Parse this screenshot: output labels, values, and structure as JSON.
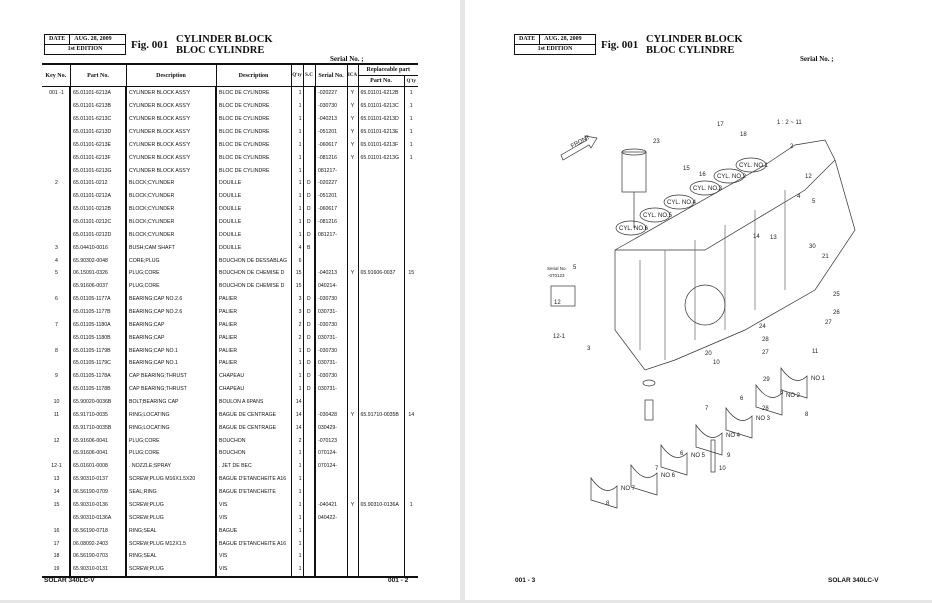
{
  "left_page": {
    "date_label": "DATE",
    "date_value": "AUG. 28, 2009",
    "edition": "1st EDITION",
    "fig": "Fig. 001",
    "title_en": "CYLINDER BLOCK",
    "title_fr": "BLOC CYLINDRE",
    "serial_label": "Serial No. ;",
    "headers": {
      "key_no": "Key No.",
      "part_no": "Part No.",
      "description": "Description",
      "description_fr": "Description",
      "qty": "Q'ty",
      "sc": "S.C",
      "serial_no": "Serial No.",
      "ica": "ICA",
      "replaceable": "Replaceable part",
      "repl_part_no": "Part No.",
      "repl_qty": "Q'ty"
    },
    "rows": [
      [
        "001 -1",
        "65.01101-6213A",
        "CYLINDER BLOCK ASS'Y",
        "BLOC DE CYLINDRE",
        "1",
        "",
        "-020227",
        "Y",
        "65.01101-6212B",
        "1"
      ],
      [
        "",
        "65.01101-6213B",
        "CYLINDER BLOCK ASS'Y",
        "BLOC DE CYLINDRE",
        "1",
        "",
        "-030730",
        "Y",
        "65.01101-6213C",
        "1"
      ],
      [
        "",
        "65.01101-6213C",
        "CYLINDER BLOCK ASS'Y",
        "BLOC DE CYLINDRE",
        "1",
        "",
        "-040213",
        "Y",
        "65.01101-6213D",
        "1"
      ],
      [
        "",
        "65.01101-6213D",
        "CYLINDER BLOCK ASS'Y",
        "BLOC DE CYLINDRE",
        "1",
        "",
        "-051201",
        "Y",
        "65.01101-6213E",
        "1"
      ],
      [
        "",
        "65.01101-6213E",
        "CYLINDER BLOCK ASS'Y",
        "BLOC DE CYLINDRE",
        "1",
        "",
        "-060617",
        "Y",
        "65.01101-6213F",
        "1"
      ],
      [
        "",
        "65.01101-6213F",
        "CYLINDER BLOCK ASS'Y",
        "BLOC DE CYLINDRE",
        "1",
        "",
        "-081216",
        "Y",
        "65.01101-6213G",
        "1"
      ],
      [
        "",
        "65.01101-6213G",
        "CYLINDER BLOCK ASS'Y",
        "BLOC DE CYLINDRE",
        "1",
        "",
        "081217-",
        "",
        "",
        ""
      ],
      [
        "2",
        "65.01101-0212",
        "BLOCK;CYLINDER",
        "DOUILLE",
        "1",
        "D",
        "-020227",
        "",
        "",
        ""
      ],
      [
        "",
        "65.01101-0212A",
        "BLOCK;CYLINDER",
        "DOUILLE",
        "1",
        "D",
        "-051201",
        "",
        "",
        ""
      ],
      [
        "",
        "65.01101-0212B",
        "BLOCK;CYLINDER",
        "DOUILLE",
        "1",
        "D",
        "-060617",
        "",
        "",
        ""
      ],
      [
        "",
        "65.01101-0212C",
        "BLOCK;CYLINDER",
        "DOUILLE",
        "1",
        "D",
        "-081216",
        "",
        "",
        ""
      ],
      [
        "",
        "65.01101-0212D",
        "BLOCK;CYLINDER",
        "DOUILLE",
        "1",
        "D",
        "081217-",
        "",
        "",
        ""
      ],
      [
        "3",
        "65.04410-0016",
        "BUSH;CAM SHAFT",
        "DOUILLE",
        "4",
        "B",
        "",
        "",
        "",
        ""
      ],
      [
        "4",
        "65.90302-0048",
        "CORE;PLUG",
        "BOUCHON DE DESSABLAG",
        "6",
        "",
        "",
        "",
        "",
        ""
      ],
      [
        "5",
        "06.15091-0326",
        "PLUG;CORE",
        "BOUCHON DE CHEMISE D",
        "15",
        "",
        "-040213",
        "Y",
        "65.91606-0037",
        "15"
      ],
      [
        "",
        "65.91606-0037",
        "PLUG;CORE",
        "BOUCHON DE CHEMISE D",
        "15",
        "",
        "040214-",
        "",
        "",
        ""
      ],
      [
        "6",
        "65.01105-1177A",
        "BEARING;CAP NO.2.6",
        "PALIER",
        "3",
        "D",
        "-030730",
        "",
        "",
        ""
      ],
      [
        "",
        "65.01105-1177B",
        "BEARING;CAP NO.2.6",
        "PALIER",
        "3",
        "D",
        "030731-",
        "",
        "",
        ""
      ],
      [
        "7",
        "65.01105-1180A",
        "BEARING;CAP",
        "PALIER",
        "2",
        "D",
        "-030730",
        "",
        "",
        ""
      ],
      [
        "",
        "65.01105-1180B",
        "BEARING;CAP",
        "PALIER",
        "2",
        "D",
        "030731-",
        "",
        "",
        ""
      ],
      [
        "8",
        "65.01105-1179B",
        "BEARING;CAP NO.1",
        "PALIER",
        "1",
        "D",
        "-030730",
        "",
        "",
        ""
      ],
      [
        "",
        "65.01105-1179C",
        "BEARING;CAP NO.1",
        "PALIER",
        "1",
        "D",
        "030731-",
        "",
        "",
        ""
      ],
      [
        "9",
        "65.01105-1178A",
        "CAP BEARING;THRUST",
        "CHAPEAU",
        "1",
        "D",
        "-030730",
        "",
        "",
        ""
      ],
      [
        "",
        "65.01105-1178B",
        "CAP BEARING;THRUST",
        "CHAPEAU",
        "1",
        "D",
        "030731-",
        "",
        "",
        ""
      ],
      [
        "10",
        "65.90020-0036B",
        "BOLT;BEARING CAP",
        "BOULON A 6PANS",
        "14",
        "",
        "",
        "",
        "",
        ""
      ],
      [
        "11",
        "65.91710-0035",
        "RING;LOCATING",
        "BAGUE DE CENTRAGE",
        "14",
        "",
        "-030428",
        "Y",
        "65.91710-0035B",
        "14"
      ],
      [
        "",
        "65.91710-0035B",
        "RING;LOCATING",
        "BAGUE DE CENTRAGE",
        "14",
        "",
        "030429-",
        "",
        "",
        ""
      ],
      [
        "12",
        "65.91606-0041",
        "PLUG;CORE",
        "BOUCHON",
        "2",
        "",
        "-070123",
        "",
        "",
        ""
      ],
      [
        "",
        "65.91606-0041",
        "PLUG;CORE",
        "BOUCHON",
        "1",
        "",
        "070124-",
        "",
        "",
        ""
      ],
      [
        "12-1",
        "65.01601-0008",
        ". NOZZLE;SPRAY",
        ". JET DE BEC",
        "1",
        "",
        "070124-",
        "",
        "",
        ""
      ],
      [
        "13",
        "65.90310-0137",
        "SCREW;PLUG M16X1.5X20",
        "BAGUE D'ETANCHEITE A16",
        "1",
        "",
        "",
        "",
        "",
        ""
      ],
      [
        "14",
        "06.56190-0709",
        "SEAL;RING",
        "BAGUE D'ETANCHEITE",
        "1",
        "",
        "",
        "",
        "",
        ""
      ],
      [
        "15",
        "65.90310-0136",
        "SCREW;PLUG",
        "VIS",
        "1",
        "",
        "-040421",
        "Y",
        "65.90310-0136A",
        "1"
      ],
      [
        "",
        "65.90310-0136A",
        "SCREW;PLUG",
        "VIS",
        "1",
        "",
        "040422-",
        "",
        "",
        ""
      ],
      [
        "16",
        "06.56190-0718",
        "RING;SEAL",
        "BAGUE",
        "1",
        "",
        "",
        "",
        "",
        ""
      ],
      [
        "17",
        "06.08092-2403",
        "SCREW;PLUG M12X1.5",
        "BAGUE D'ETANCHEITE A16",
        "1",
        "",
        "",
        "",
        "",
        ""
      ],
      [
        "18",
        "06.56190-0703",
        "RING;SEAL",
        "VIS",
        "1",
        "",
        "",
        "",
        "",
        ""
      ],
      [
        "19",
        "65.90310-0131",
        "SCREW;PLUG",
        "VIS",
        "1",
        "",
        "",
        "",
        "",
        ""
      ]
    ],
    "footer_model": "SOLAR 340LC-V",
    "footer_page": "001 - 2"
  },
  "right_page": {
    "date_label": "DATE",
    "date_value": "AUG. 28, 2009",
    "edition": "1st EDITION",
    "fig": "Fig. 001",
    "title_en": "CYLINDER BLOCK",
    "title_fr": "BLOC CYLINDRE",
    "serial_label": "Serial No. ;",
    "diagram": {
      "front_label": "FRONT",
      "scale_note": "1 : 2 ~ 11",
      "serial_note": "Serial No.",
      "serial_note_value": "-070123",
      "cylinders": [
        "CYL. NO.1",
        "CYL. NO.2",
        "CYL. NO.3",
        "CYL. NO.4",
        "CYL. NO.5",
        "CYL. NO.6"
      ],
      "caps": [
        "NO 1",
        "NO 2",
        "NO 3",
        "NO 4",
        "NO 5",
        "NO 6",
        "NO 7"
      ],
      "callouts": [
        "23",
        "17",
        "18",
        "2",
        "15",
        "16",
        "12",
        "4",
        "5",
        "5",
        "14",
        "13",
        "30",
        "21",
        "12",
        "12-1",
        "3",
        "25",
        "26",
        "27",
        "24",
        "28",
        "27",
        "20",
        "10",
        "11",
        "29",
        "28",
        "6",
        "8",
        "7",
        "6",
        "9",
        "10",
        "7",
        "6",
        "8"
      ]
    },
    "footer_page": "001 - 3",
    "footer_model": "SOLAR 340LC-V"
  }
}
